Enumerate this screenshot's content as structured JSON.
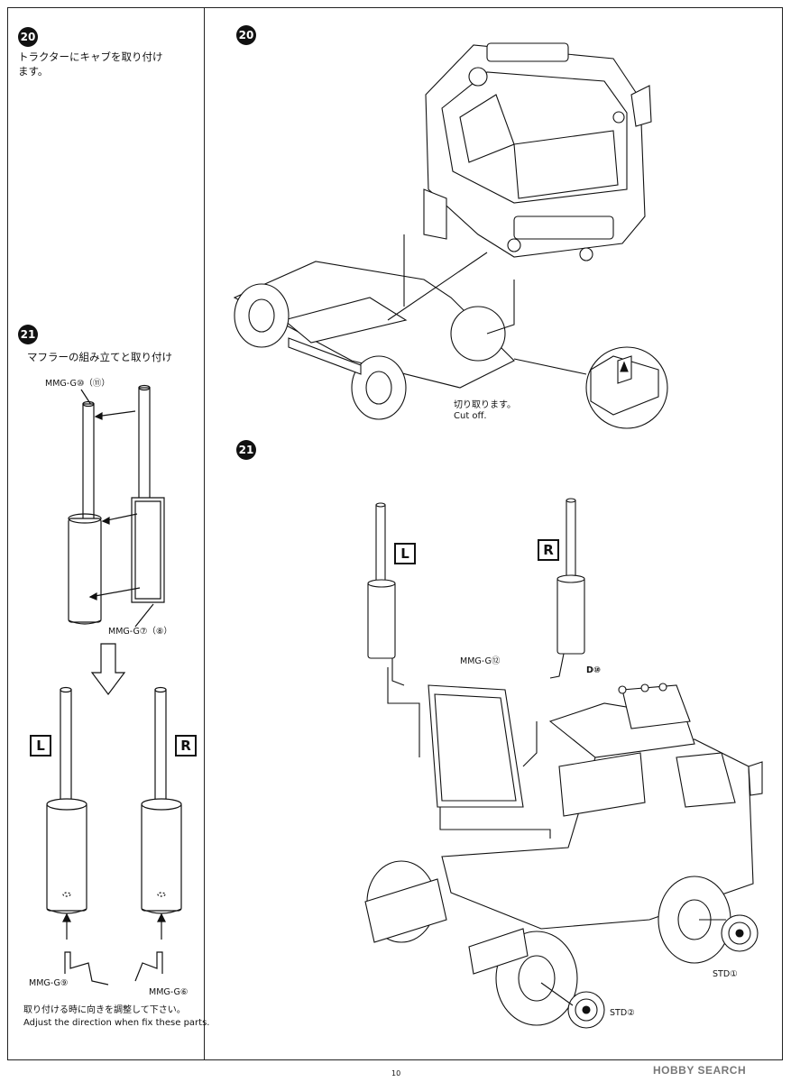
{
  "step20": {
    "number": "20",
    "instruction_line1": "トラクターにキャブを取り付け",
    "instruction_line2": "ます。",
    "cut_jp": "切り取ります。",
    "cut_en": "Cut off."
  },
  "step21": {
    "number": "21",
    "title": "マフラーの組み立てと取り付け",
    "part_pipe": "MMG-G⑩（⑪）",
    "part_body": "MMG-G⑦（⑧）",
    "part_bracket_l": "MMG-G⑨",
    "part_bracket_r": "MMG-G⑥",
    "left_label": "L",
    "right_label": "R",
    "note_jp": "取り付ける時に向きを調整して下さい。",
    "note_en": "Adjust the direction when fix these parts.",
    "part_frame": "MMG-G⑫",
    "part_d40": "D⑩",
    "part_std1": "STD①",
    "part_std2": "STD②"
  },
  "footer": {
    "page_number": "10",
    "watermark": "HOBBY SEARCH"
  }
}
